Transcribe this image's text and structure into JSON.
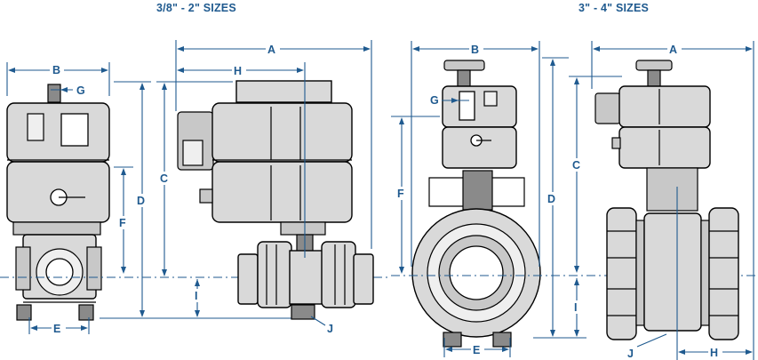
{
  "titles": {
    "left": "3/8\" - 2\" SIZES",
    "right": "3\" - 4\" SIZES"
  },
  "dimensions": {
    "left_side_view": {
      "B": "B",
      "G": "G",
      "D": "D",
      "F": "F",
      "E": "E"
    },
    "left_front_view": {
      "A": "A",
      "H": "H",
      "C": "C",
      "I": "I",
      "J": "J"
    },
    "right_side_view": {
      "B": "B",
      "G": "G",
      "F": "F",
      "E": "E",
      "D": "D"
    },
    "right_front_view": {
      "A": "A",
      "C": "C",
      "I": "I",
      "J": "J",
      "H": "H"
    }
  },
  "colors": {
    "dimension": "#1f5a8f",
    "outline": "#000000",
    "fill": "#d9d9d9"
  }
}
